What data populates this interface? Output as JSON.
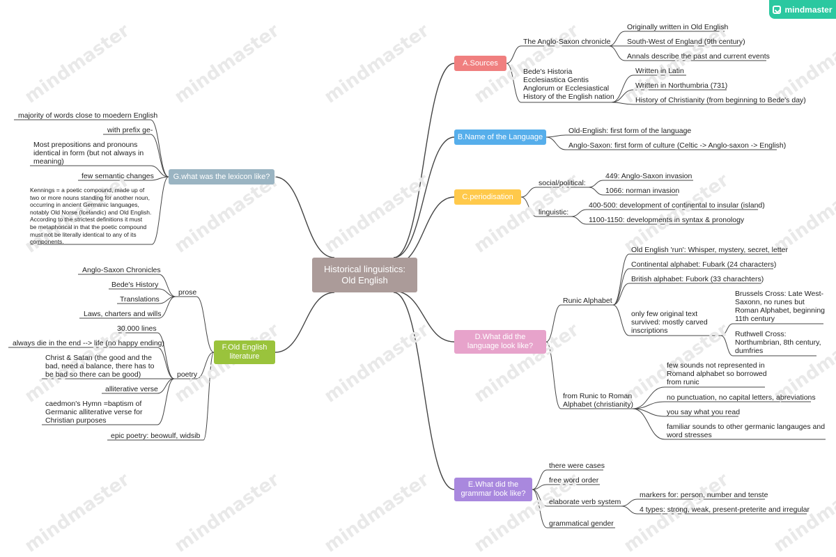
{
  "app": {
    "brand": "mindmaster",
    "watermark": "mindmaster",
    "brand_color": "#2bc8a0",
    "edge_color": "#444444"
  },
  "central": {
    "title": "Historical linguistics:\nOld English",
    "color": "#ab9b99"
  },
  "topics": {
    "a": {
      "label": "A.Sources",
      "color": "#f07f7f",
      "chronicle": {
        "label": "The Anglo-Saxon chronicle",
        "items": [
          "Originally written in Old English",
          "South-West of England (9th century)",
          "Annals describe the past and current events"
        ]
      },
      "bede": {
        "label": "Bede's Historia\nEcclesiastica Gentis\nAnglorum or Ecclesiastical\nHistory of the English nation",
        "items": [
          "Written in Latin",
          "Written in Northumbria (731)",
          "History of Christianity (from beginning to Bede's day)"
        ]
      }
    },
    "b": {
      "label": "B.Name of the Language",
      "color": "#56aeeb",
      "items": [
        "Old-English: first form of the language",
        "Anglo-Saxon: first form of culture (Celtic -> Anglo-saxon -> English)"
      ]
    },
    "c": {
      "label": "C.periodisation",
      "color": "#ffc94b",
      "social": {
        "label": "social/political:",
        "items": [
          "449: Anglo-Saxon invasion",
          "1066: norman invasion"
        ]
      },
      "linguistic": {
        "label": "linguistic:",
        "items": [
          "400-500: development of continental to insular (island)",
          "1100-1150: developments in syntax & pronology"
        ]
      }
    },
    "d": {
      "label": "D.What did the\nlanguage look like?",
      "color": "#e7a3cb",
      "runic": {
        "label": "Runic Alphabet",
        "items": [
          "Old English 'run': Whisper, mystery, secret, letter",
          "Continental alphabet: Fubark (24 characters)",
          "British alphabet: Fubork (33 charachters)"
        ],
        "survived": {
          "label": "only few original text\nsurvived: mostly carved\ninscriptions",
          "items": [
            "Brussels Cross: Late West-\nSaxonn, no runes but\nRoman Alphabet, beginning\n11th century",
            "Ruthwell Cross:\nNorthumbrian, 8th century,\ndumfries"
          ]
        }
      },
      "roman": {
        "label": "from Runic to Roman\nAlphabet (christianity)",
        "items": [
          "few sounds not represented in\nRomand alphabet so borrowed\nfrom runic",
          "no punctuation, no capital letters, abreviations",
          "you say what you read",
          "familiar sounds to other germanic langauges and\nword stresses"
        ]
      }
    },
    "e": {
      "label": "E.What did the\ngrammar look like?",
      "color": "#a988de",
      "items": [
        "there were cases",
        "free word order",
        "elaborate verb system",
        "grammatical gender"
      ],
      "verb_items": [
        "markers for: person, number and tenste",
        "4 types: strong, weak, present-preterite and irregular"
      ]
    },
    "f": {
      "label": "F.Old English\nliterature",
      "color": "#9ac33c",
      "prose": {
        "label": "prose",
        "items": [
          "Anglo-Saxon Chronicles",
          "Bede's History",
          "Translations",
          "Laws, charters and wills"
        ]
      },
      "poetry": {
        "label": "poetry",
        "items": [
          "30.000 lines",
          "always die in the end --> life (no happy ending)",
          "Christ & Satan (the good and the\nbad, need a balance, there has to\nbe bad so there can be good)",
          "alliterative verse",
          "caedmon's Hymn =baptism of\nGermanic alliterative verse for\nChristian purposes"
        ]
      },
      "epic": "epic poetry: beowulf, widsib"
    },
    "g": {
      "label": "G.what was the lexicon like?",
      "color": "#9ab4c2",
      "items": [
        "majority of words close to moedern English",
        "with prefix ge-",
        "Most prepositions and pronouns\nidentical in form (but not always in\nmeaning)",
        "few semantic changes"
      ],
      "kennings": "Kennings = a poetic compound, made up of\ntwo or more nouns standing for another noun,\noccurring in ancient Germanic languages,\nnotably Old Norse (Icelandic) and Old English.\nAccording to the strictest definitions it must\nbe metaphorical in that the poetic compound\nmust not be literally identical to any of its\ncomponents."
    }
  }
}
